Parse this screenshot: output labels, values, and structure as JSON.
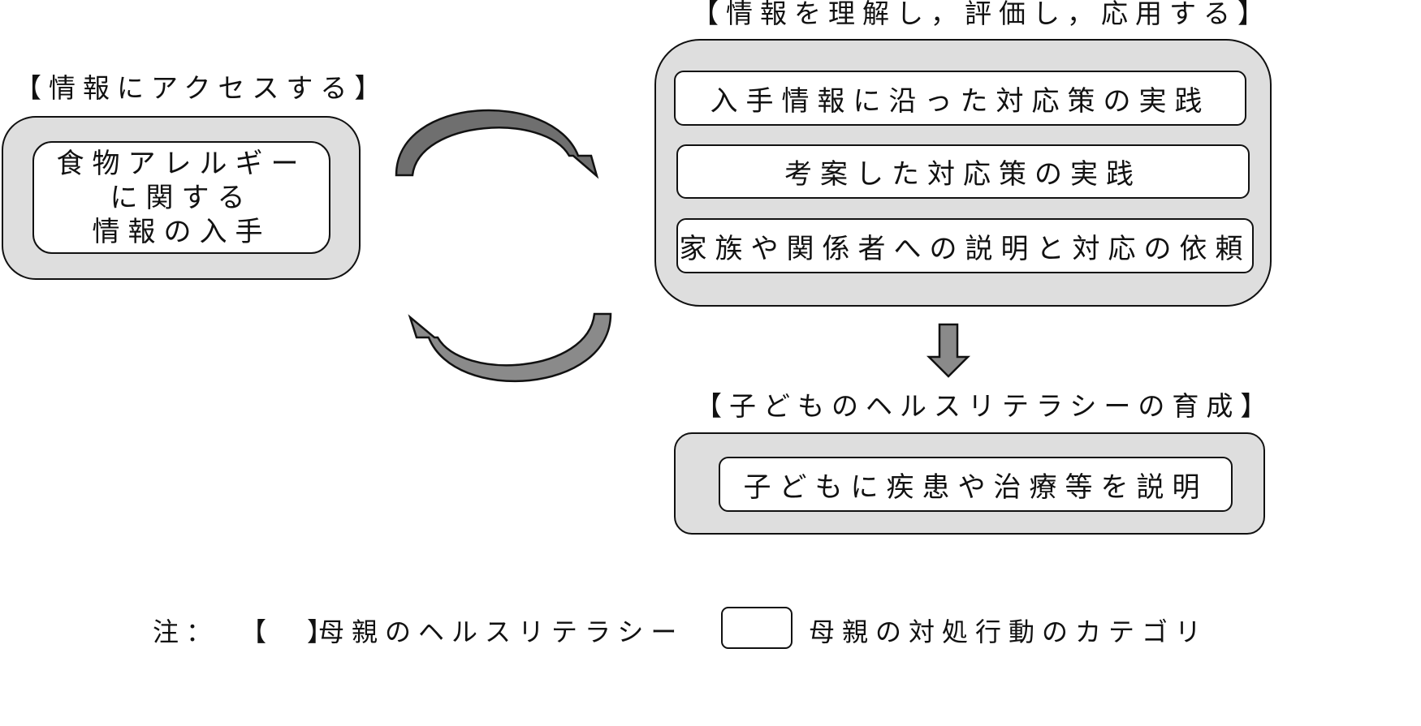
{
  "access": {
    "label": "【情報にアクセスする】",
    "box_lines": [
      "食物アレルギー",
      "に関する",
      "情報の入手"
    ]
  },
  "understand": {
    "label": "【情報を理解し，評価し，応用する】",
    "items": [
      "入手情報に沿った対応策の実践",
      "考案した対応策の実践",
      "家族や関係者への説明と対応の依頼"
    ]
  },
  "child": {
    "label": "【子どものヘルスリテラシーの育成】",
    "item": "子どもに疾患や治療等を説明"
  },
  "legend": {
    "note": "注：",
    "bracket_symbol": "【　】",
    "bracket_meaning": "母親のヘルスリテラシー",
    "box_meaning": "母親の対処行動のカテゴリ"
  }
}
